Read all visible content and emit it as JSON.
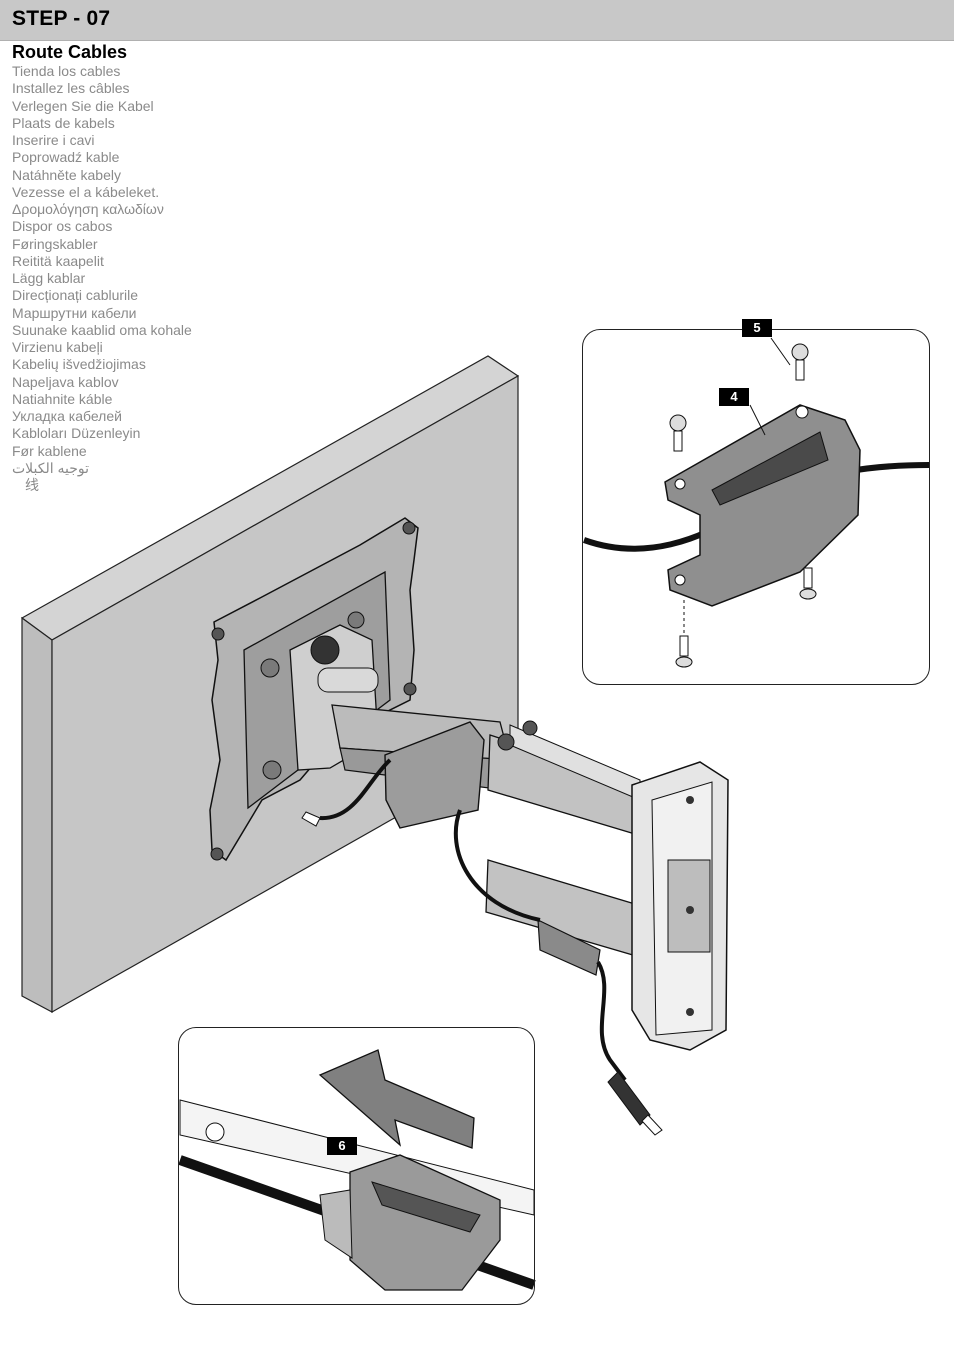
{
  "header": {
    "step_title": "STEP - 07"
  },
  "section": {
    "title": "Route Cables"
  },
  "translations": [
    "Tienda los cables",
    "Installez les câbles",
    "Verlegen Sie die Kabel",
    "Plaats de kabels",
    "Inserire i cavi",
    "Poprowadź kable",
    "Natáhněte kabely",
    "Vezesse el a kábeleket.",
    "Δρομολόγηση καλωδίων",
    "Dispor os cabos",
    "Føringskabler",
    "Reititä kaapelit",
    "Lägg kablar",
    "Direcționați cablurile",
    "Маршрутни кабели",
    "Suunake kaablid oma kohale",
    "Virzienu kabeļi",
    "Kabelių išvedžiojimas",
    "Napeljava kablov",
    "Natiahnite káble",
    "Укладка кабелей",
    "Kabloları Düzenleyin",
    "Før kablene",
    "توجيه الكبلات",
    "线"
  ],
  "callouts": {
    "screw_label": "5",
    "cover_label": "4",
    "slide_label": "6"
  },
  "colors": {
    "header_bg": "#c8c8c8",
    "wall": "#c6c6c6",
    "metal": "#a9a9a9",
    "cable": "#111111"
  }
}
